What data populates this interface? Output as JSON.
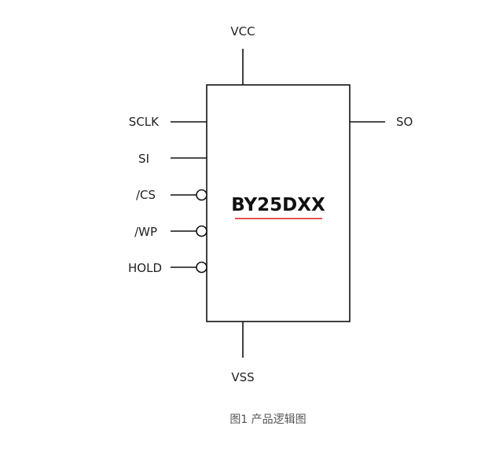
{
  "chip": {
    "name": "BY25DXX",
    "underline_color": "#e01b1b"
  },
  "pins": {
    "top": "VCC",
    "bottom": "VSS",
    "left": [
      "SCLK",
      "SI",
      "/CS",
      "/WP",
      "HOLD"
    ],
    "right": [
      "SO"
    ]
  },
  "active_low_pins": [
    "/CS",
    "/WP",
    "HOLD"
  ],
  "caption": "图1 产品逻辑图"
}
